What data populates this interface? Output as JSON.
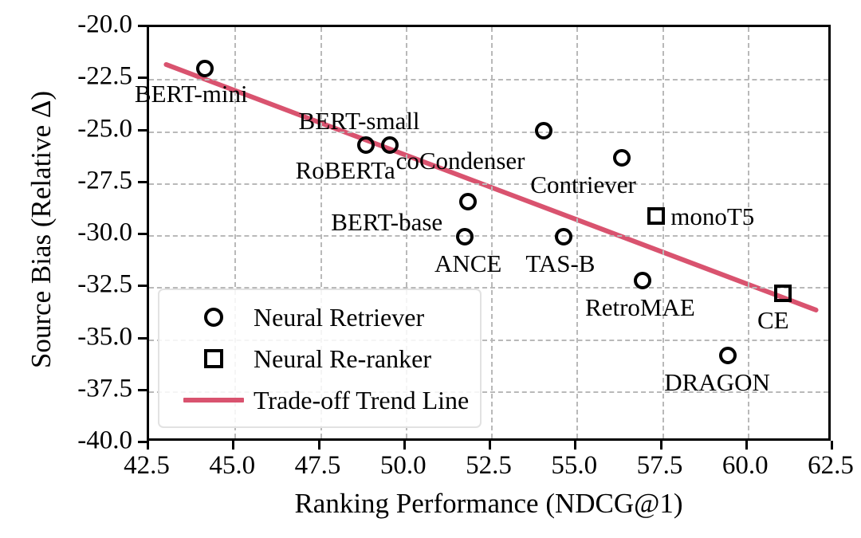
{
  "chart_data": {
    "type": "scatter",
    "title": "",
    "xlabel": "Ranking Performance (NDCG@1)",
    "ylabel": "Source Bias (Relative Δ)",
    "xlim": [
      42.5,
      62.5
    ],
    "ylim": [
      -40.0,
      -20.0
    ],
    "xticks": [
      "42.5",
      "45.0",
      "47.5",
      "50.0",
      "52.5",
      "55.0",
      "57.5",
      "60.0",
      "62.5"
    ],
    "xtick_values": [
      42.5,
      45.0,
      47.5,
      50.0,
      52.5,
      55.0,
      57.5,
      60.0,
      62.5
    ],
    "yticks": [
      "-20.0",
      "-22.5",
      "-25.0",
      "-27.5",
      "-30.0",
      "-32.5",
      "-35.0",
      "-37.5",
      "-40.0"
    ],
    "ytick_values": [
      -20.0,
      -22.5,
      -25.0,
      -27.5,
      -30.0,
      -32.5,
      -35.0,
      -37.5,
      -40.0
    ],
    "grid": true,
    "grid_style": "dashed",
    "grid_color": "#b9b9b9",
    "legend_position": "lower left",
    "series": [
      {
        "name": "Neural Retriever",
        "marker": "circle",
        "color": "#000000",
        "points": [
          {
            "label": "BERT-mini",
            "x": 44.2,
            "y": -22.1,
            "label_dx": -88,
            "label_dy": 34
          },
          {
            "label": "BERT-small",
            "x": 48.9,
            "y": -25.8,
            "label_dx": -84,
            "label_dy": -28
          },
          {
            "label": "RoBERTa",
            "x": 49.6,
            "y": -25.8,
            "label_dx": -118,
            "label_dy": 34
          },
          {
            "label": "BERT-base",
            "x": 51.9,
            "y": -28.5,
            "label_dx": -172,
            "label_dy": 28
          },
          {
            "label": "ANCE",
            "x": 51.8,
            "y": -30.2,
            "label_dx": -38,
            "label_dy": 36
          },
          {
            "label": "coCondenser",
            "x": 54.1,
            "y": -25.1,
            "label_dx": -185,
            "label_dy": 40
          },
          {
            "label": "Contriever",
            "x": 56.4,
            "y": -26.4,
            "label_dx": -115,
            "label_dy": 36
          },
          {
            "label": "TAS-B",
            "x": 54.7,
            "y": -30.2,
            "label_dx": -48,
            "label_dy": 36
          },
          {
            "label": "RetroMAE",
            "x": 57.0,
            "y": -32.3,
            "label_dx": -72,
            "label_dy": 36
          },
          {
            "label": "DRAGON",
            "x": 59.5,
            "y": -35.9,
            "label_dx": -80,
            "label_dy": 36
          }
        ]
      },
      {
        "name": "Neural Re-ranker",
        "marker": "square",
        "color": "#000000",
        "points": [
          {
            "label": "monoT5",
            "x": 57.4,
            "y": -29.2,
            "label_dx": 18,
            "label_dy": 3
          },
          {
            "label": "CE",
            "x": 61.1,
            "y": -32.9,
            "label_dx": -32,
            "label_dy": 36
          }
        ]
      }
    ],
    "trend_line": {
      "name": "Trade-off Trend Line",
      "color": "#d9536f",
      "width": 6,
      "x_start": 43.0,
      "y_start": -21.8,
      "x_end": 62.0,
      "y_end": -33.6
    },
    "legend_entries": [
      {
        "label": "Neural Retriever",
        "key": "circle"
      },
      {
        "label": "Neural Re-ranker",
        "key": "square"
      },
      {
        "label": "Trade-off Trend Line",
        "key": "line"
      }
    ]
  }
}
